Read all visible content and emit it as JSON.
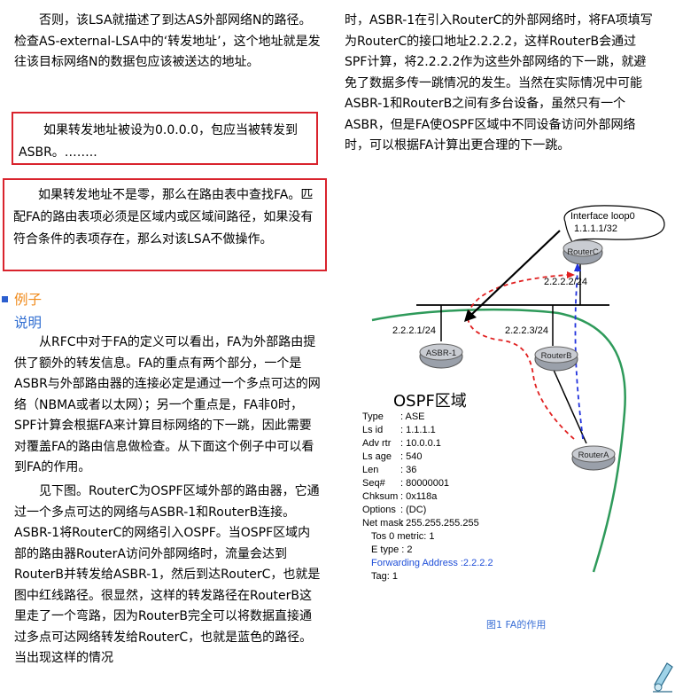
{
  "left": {
    "p1": "　　否则，该LSA就描述了到达AS外部网络N的路径。检查AS-external-LSA中的‘转发地址’，这个地址就是发往该目标网络N的数据包应该被送达的地址。",
    "box1": "　　如果转发地址被设为0.0.0.0，包应当被转发到ASBR。……..",
    "box2": "　　如果转发地址不是零，那么在路由表中查找FA。匹配FA的路由表项必须是区域内或区域间路径，如果没有符合条件的表项存在，那么对该LSA不做操作。",
    "example_title": "例子",
    "explain_title": "说明",
    "p2": "　　从RFC中对于FA的定义可以看出，FA为外部路由提供了额外的转发信息。FA的重点有两个部分，一个是ASBR与外部路由器的连接必定是通过一个多点可达的网络（NBMA或者以太网）；另一个重点是，FA非0时，SPF计算会根据FA来计算目标网络的下一跳，因此需要对覆盖FA的路由信息做检查。从下面这个例子中可以看到FA的作用。",
    "p3": "　　见下图。RouterC为OSPF区域外部的路由器，它通过一个多点可达的网络与ASBR-1和RouterB连接。ASBR-1将RouterC的网络引入OSPF。当OSPF区域内部的路由器RouterA访问外部网络时，流量会达到RouterB并转发给ASBR-1，然后到达RouterC，也就是图中红线路径。很显然，这样的转发路径在RouterB这里走了一个弯路，因为RouterB完全可以将数据直接通过多点可达网络转发给RouterC，也就是蓝色的路径。当出现这样的情况"
  },
  "right": {
    "p1": "时，ASBR-1在引入RouterC的外部网络时，将FA项填写为RouterC的接口地址2.2.2.2，这样RouterB会通过SPF计算，将2.2.2.2作为这些外部网络的下一跳，就避免了数据多传一跳情况的发生。当然在实际情况中可能ASBR-1和RouterB之间有多台设备，虽然只有一个ASBR，但是FA使OSPF区域中不同设备访问外部网络时，可以根据FA计算出更合理的下一跳。"
  },
  "diagram": {
    "callout": [
      "Interface loop0",
      "1.1.1.1/32"
    ],
    "router_c": "RouterC",
    "router_c_ip": "2.2.2.2/24",
    "asbr_ip": "2.2.2.1/24",
    "asbr": "ASBR-1",
    "router_b_ip": "2.2.2.3/24",
    "router_b": "RouterB",
    "router_a": "RouterA",
    "area_title": "OSPF区域",
    "lsa": [
      {
        "k": "Type",
        "v": ": ASE"
      },
      {
        "k": "Ls id",
        "v": ": 1.1.1.1"
      },
      {
        "k": "Adv rtr",
        "v": ": 10.0.0.1"
      },
      {
        "k": "Ls age",
        "v": ": 540"
      },
      {
        "k": "Len",
        "v": ": 36"
      },
      {
        "k": "Seq#",
        "v": ": 80000001"
      },
      {
        "k": "Chksum",
        "v": ": 0x118a"
      },
      {
        "k": "Options",
        "v": ": (DC)"
      },
      {
        "k": "Net mask",
        "v": ": 255.255.255.255"
      }
    ],
    "tos": "Tos 0 metric: 1",
    "etype": "E type    : 2",
    "fa": "Forwarding Address :2.2.2.2",
    "tag": "Tag: 1",
    "colors": {
      "red": "#e02020",
      "blue": "#2233dd",
      "green": "#2e9a5a",
      "fa": "#1f4fd8"
    }
  },
  "caption": "图1  FA的作用"
}
